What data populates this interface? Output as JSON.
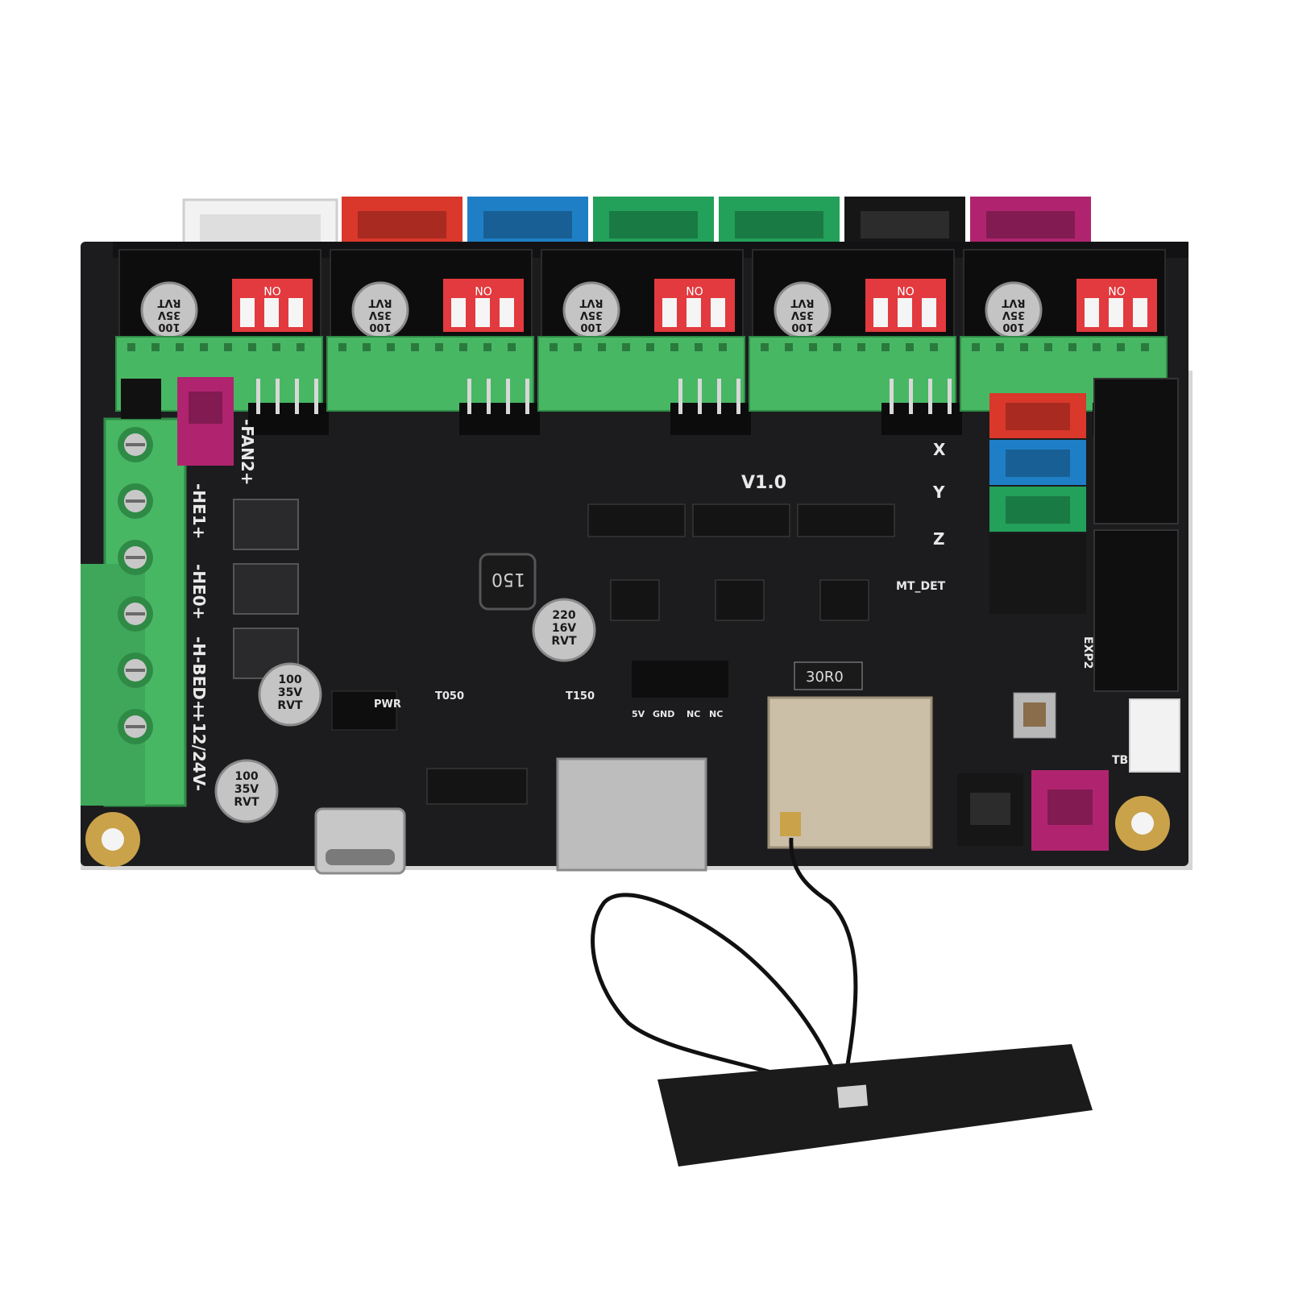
{
  "board": {
    "version": "V1.0",
    "colors": {
      "pcb": "#1c1c1e",
      "white_conn": "#f2f2f2",
      "red_conn": "#d9382a",
      "blue_conn": "#1f7fc6",
      "green_conn": "#23a05a",
      "black_conn": "#161616",
      "magenta_conn": "#b0246f",
      "terminal_green": "#48b764",
      "dip_red": "#e23a3e",
      "gold": "#c9a24a"
    }
  },
  "driver_modules": [
    {
      "cap_lines": [
        "100",
        "35V",
        "RVT"
      ],
      "dip_label": "ON"
    },
    {
      "cap_lines": [
        "100",
        "35V",
        "RVT"
      ],
      "dip_label": "ON"
    },
    {
      "cap_lines": [
        "100",
        "35V",
        "RVT"
      ],
      "dip_label": "ON"
    },
    {
      "cap_lines": [
        "100",
        "35V",
        "RVT"
      ],
      "dip_label": "ON"
    },
    {
      "cap_lines": [
        "100",
        "35V",
        "RVT"
      ],
      "dip_label": "ON"
    }
  ],
  "silkscreen": {
    "fan2": "-FAN2+",
    "he1": "-HE1+",
    "he0": "-HE0+",
    "bed": "-H-BED+",
    "power": "+12/24V-",
    "axis_x": "X",
    "axis_y": "Y",
    "axis_z": "Z",
    "mt_det": "MT_DET",
    "pwr": "PWR",
    "exp2": "EXP2",
    "tb": "TB",
    "header_pins": [
      "5V",
      "GND",
      "NC",
      "NC"
    ],
    "t050": "T050",
    "t150": "T150",
    "resistor": "30R0",
    "inductor": "150"
  },
  "board_caps": [
    {
      "lines": [
        "100",
        "35V",
        "RVT"
      ]
    },
    {
      "lines": [
        "100",
        "35V",
        "RVT"
      ]
    },
    {
      "lines": [
        "220",
        "16V",
        "RVT"
      ]
    }
  ]
}
